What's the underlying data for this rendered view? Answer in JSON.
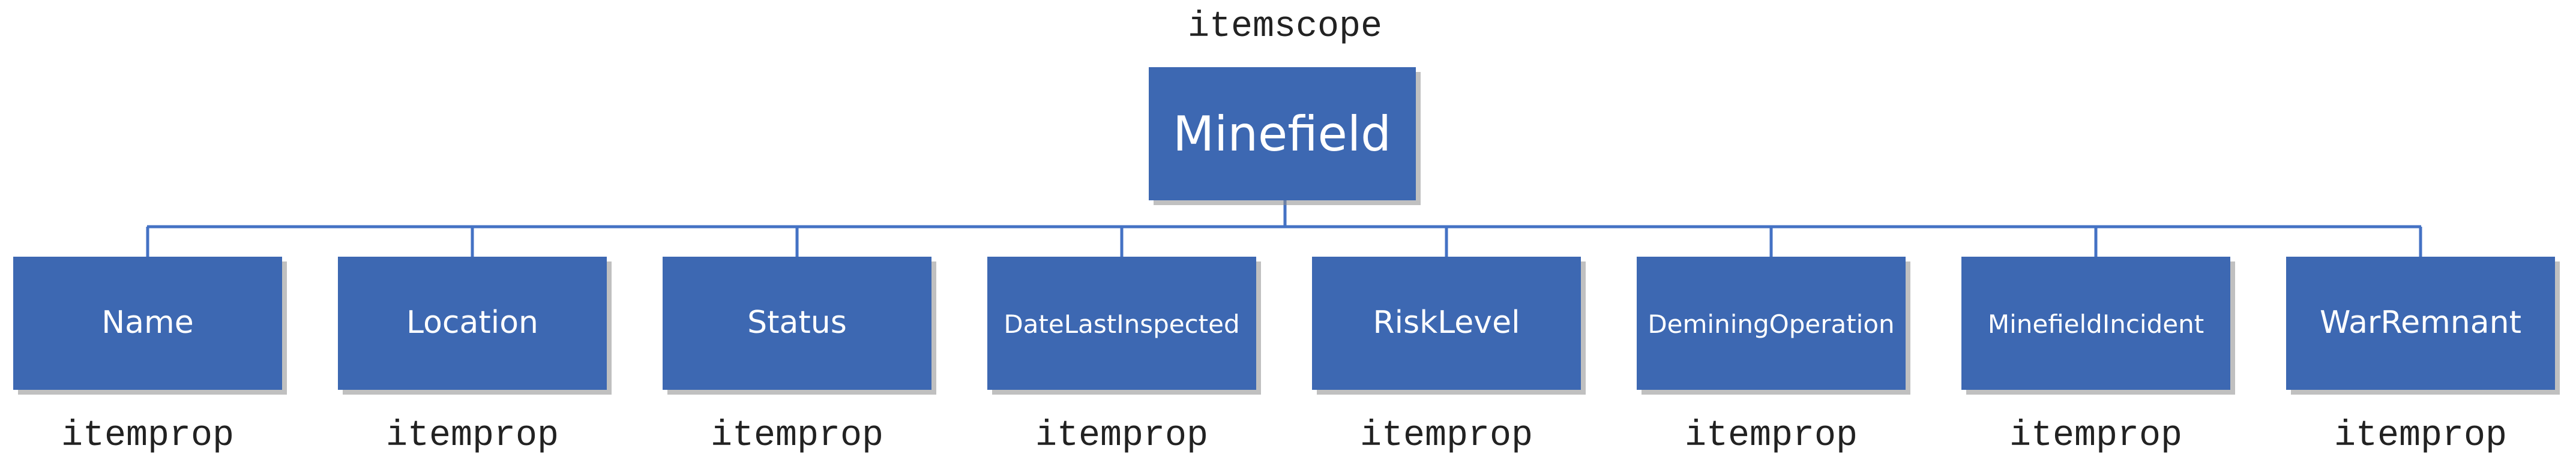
{
  "root": {
    "annotation": "itemscope",
    "label": "Minefield"
  },
  "children": [
    {
      "label": "Name",
      "annotation": "itemprop"
    },
    {
      "label": "Location",
      "annotation": "itemprop"
    },
    {
      "label": "Status",
      "annotation": "itemprop"
    },
    {
      "label": "DateLastInspected",
      "annotation": "itemprop"
    },
    {
      "label": "RiskLevel",
      "annotation": "itemprop"
    },
    {
      "label": "DeminingOperation",
      "annotation": "itemprop"
    },
    {
      "label": "MinefieldIncident",
      "annotation": "itemprop"
    },
    {
      "label": "WarRemnant",
      "annotation": "itemprop"
    }
  ],
  "colors": {
    "box_fill": "#3d68b2",
    "connector": "#4472c4",
    "box_text": "#ffffff",
    "annotation_text": "#222222"
  }
}
